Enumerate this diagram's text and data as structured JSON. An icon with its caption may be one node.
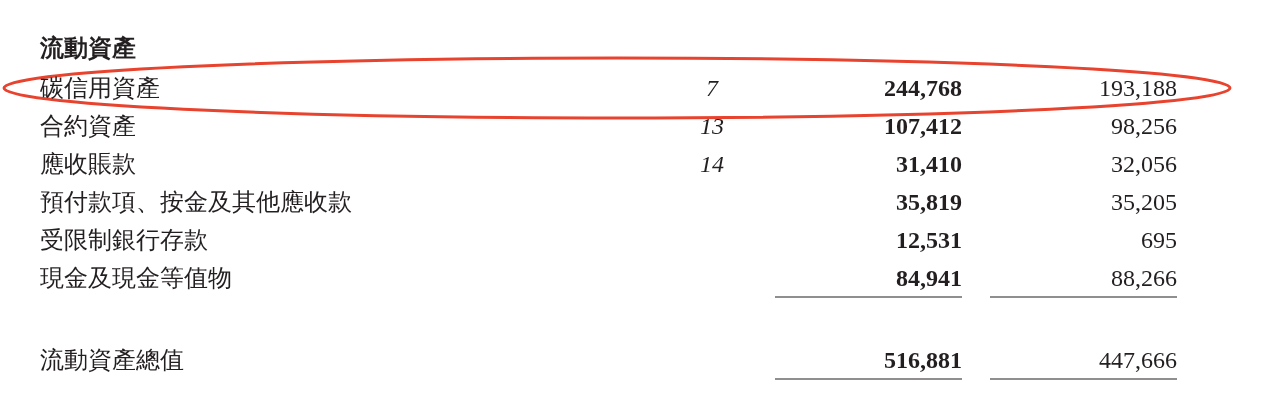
{
  "diagram": {
    "nodes": [
      {
        "text": [
          "碳信用資產",
          "7",
          "244,768",
          "193,188"
        ]
      }
    ],
    "edges": [],
    "labels": [
      "流動資產",
      "合約資產",
      "13",
      "107,412",
      "98,256",
      "應收賬款",
      "14",
      "31,410",
      "32,056",
      "預付款項、按金及其他應收款",
      "35,819",
      "35,205",
      "受限制銀行存款",
      "12,531",
      "695",
      "現金及現金等值物",
      "84,941",
      "88,266",
      "流動資產總值",
      "516,881",
      "447,666"
    ]
  }
}
